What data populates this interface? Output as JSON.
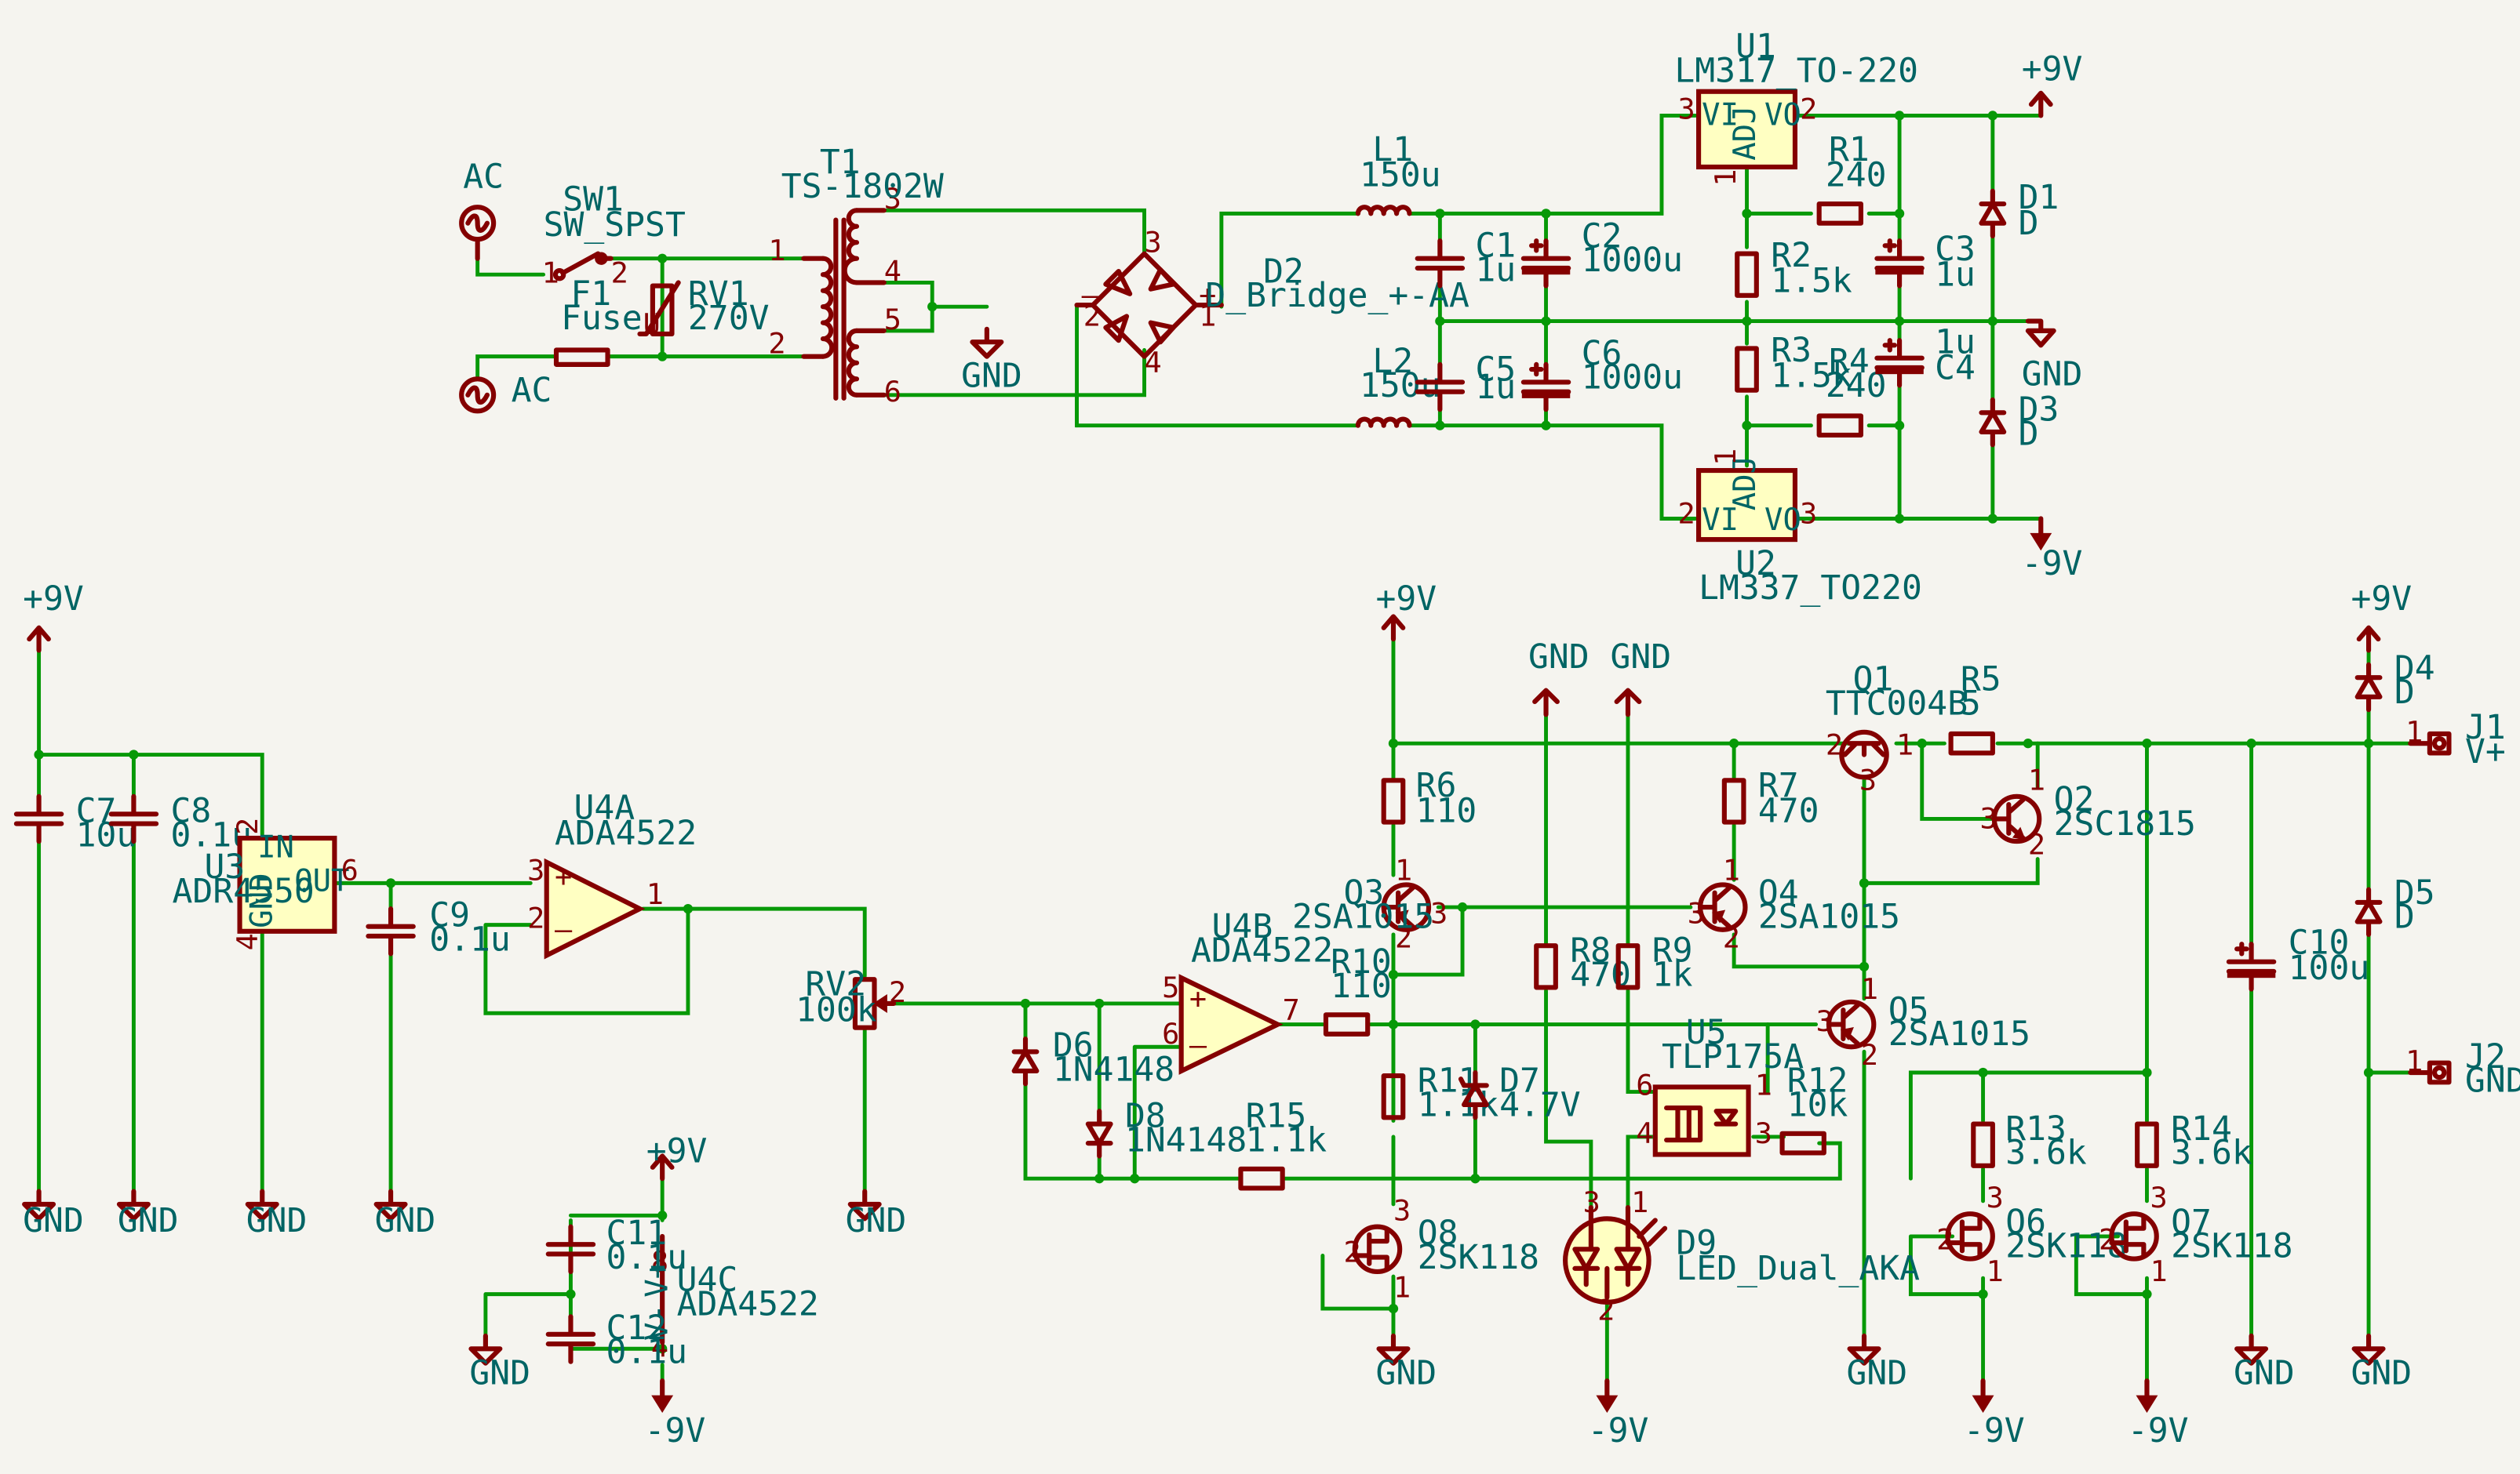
{
  "nets": {
    "plus9": "+9V",
    "minus9": "-9V",
    "gnd": "GND",
    "ac": "AC"
  },
  "components": {
    "sw1": {
      "ref": "SW1",
      "value": "SW_SPST"
    },
    "f1": {
      "ref": "F1",
      "value": "Fuse"
    },
    "rv1": {
      "ref": "RV1",
      "value": "270V"
    },
    "t1": {
      "ref": "T1",
      "value": "TS-1802W"
    },
    "d2": {
      "ref": "D2",
      "value": "D_Bridge_+-AA"
    },
    "l1": {
      "ref": "L1",
      "value": "150u"
    },
    "l2": {
      "ref": "L2",
      "value": "150u"
    },
    "c1": {
      "ref": "C1",
      "value": "1u"
    },
    "c2": {
      "ref": "C2",
      "value": "1000u"
    },
    "c5": {
      "ref": "C5",
      "value": "1u"
    },
    "c6": {
      "ref": "C6",
      "value": "1000u"
    },
    "u1": {
      "ref": "U1",
      "value": "LM317_TO-220"
    },
    "u2": {
      "ref": "U2",
      "value": "LM337_TO220"
    },
    "r1": {
      "ref": "R1",
      "value": "240"
    },
    "r2": {
      "ref": "R2",
      "value": "1.5k"
    },
    "r3": {
      "ref": "R3",
      "value": "1.5k"
    },
    "r4": {
      "ref": "R4",
      "value": "240"
    },
    "c3": {
      "ref": "C3",
      "value": "1u"
    },
    "c4": {
      "ref": "C4",
      "value": "1u"
    },
    "d1": {
      "ref": "D1",
      "value": "D"
    },
    "d3": {
      "ref": "D3",
      "value": "D"
    },
    "c7": {
      "ref": "C7",
      "value": "10u"
    },
    "c8": {
      "ref": "C8",
      "value": "0.1u"
    },
    "u3": {
      "ref": "U3",
      "value": "ADR4550"
    },
    "c9": {
      "ref": "C9",
      "value": "0.1u"
    },
    "u4a": {
      "ref": "U4A",
      "value": "ADA4522"
    },
    "rv2": {
      "ref": "RV2",
      "value": "100k"
    },
    "u4b": {
      "ref": "U4B",
      "value": "ADA4522"
    },
    "u4c": {
      "ref": "U4C",
      "value": "ADA4522"
    },
    "c11": {
      "ref": "C11",
      "value": "0.1u"
    },
    "c12": {
      "ref": "C12",
      "value": "0.1u"
    },
    "d6": {
      "ref": "D6",
      "value": "1N4148"
    },
    "d8": {
      "ref": "D8",
      "value": "1N4148"
    },
    "r15": {
      "ref": "R15",
      "value": "1.1k"
    },
    "r10": {
      "ref": "R10",
      "value": "110"
    },
    "r6": {
      "ref": "R6",
      "value": "110"
    },
    "q3": {
      "ref": "Q3",
      "value": "2SA1015"
    },
    "r11": {
      "ref": "R11",
      "value": "1.1k"
    },
    "d7": {
      "ref": "D7",
      "value": "4.7V"
    },
    "q8": {
      "ref": "Q8",
      "value": "2SK118"
    },
    "r8": {
      "ref": "R8",
      "value": "470"
    },
    "r9": {
      "ref": "R9",
      "value": "1k"
    },
    "u5": {
      "ref": "U5",
      "value": "TLP175A"
    },
    "d9": {
      "ref": "D9",
      "value": "LED_Dual_AKA"
    },
    "r7": {
      "ref": "R7",
      "value": "470"
    },
    "q4": {
      "ref": "Q4",
      "value": "2SA1015"
    },
    "q1": {
      "ref": "Q1",
      "value": "TTC004B"
    },
    "r5": {
      "ref": "R5",
      "value": "5"
    },
    "q2": {
      "ref": "Q2",
      "value": "2SC1815"
    },
    "q5": {
      "ref": "Q5",
      "value": "2SA1015"
    },
    "r12": {
      "ref": "R12",
      "value": "10k"
    },
    "r13": {
      "ref": "R13",
      "value": "3.6k"
    },
    "q6": {
      "ref": "Q6",
      "value": "2SK118"
    },
    "r14": {
      "ref": "R14",
      "value": "3.6k"
    },
    "q7": {
      "ref": "Q7",
      "value": "2SK118"
    },
    "c10": {
      "ref": "C10",
      "value": "100u"
    },
    "d4": {
      "ref": "D4",
      "value": "D"
    },
    "d5": {
      "ref": "D5",
      "value": "D"
    },
    "j1": {
      "ref": "J1",
      "value": "V+"
    },
    "j2": {
      "ref": "J2",
      "value": "GND"
    }
  },
  "pin_labels": {
    "vi": "VI",
    "vo": "VO",
    "adj": "ADJ",
    "in": "IN",
    "out": "OUT",
    "gnd": "GND",
    "vplus": "V+",
    "vminus": "V-"
  },
  "colors": {
    "background": "#f5f4ef",
    "wire": "#079907",
    "symbol": "#840000",
    "symbol_fill": "#ffffc2",
    "text": "#006464"
  }
}
